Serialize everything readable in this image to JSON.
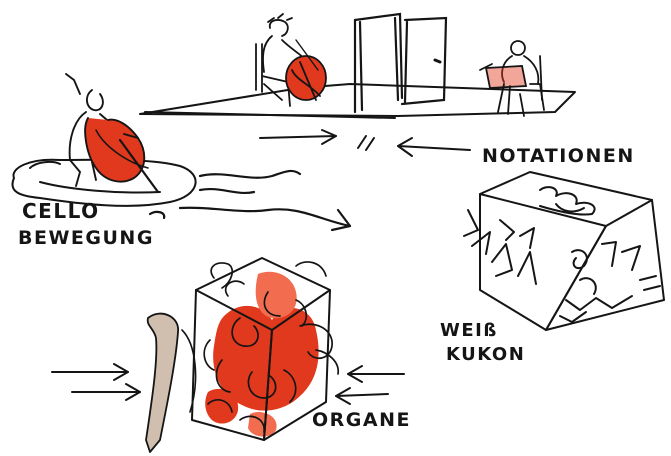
{
  "labels": {
    "cello_line1": "CELLO",
    "cello_line2": "BEWEGUNG",
    "notationen": "NOTATIONEN",
    "weiss_line1": "WEIß",
    "weiss_line2": "KUKON",
    "organe": "ORGANE"
  },
  "colors": {
    "ink": "#151515",
    "red": "#e0391d",
    "red_light": "#f26d4f",
    "skin": "#c8b4a0",
    "paper": "#ffffff"
  }
}
